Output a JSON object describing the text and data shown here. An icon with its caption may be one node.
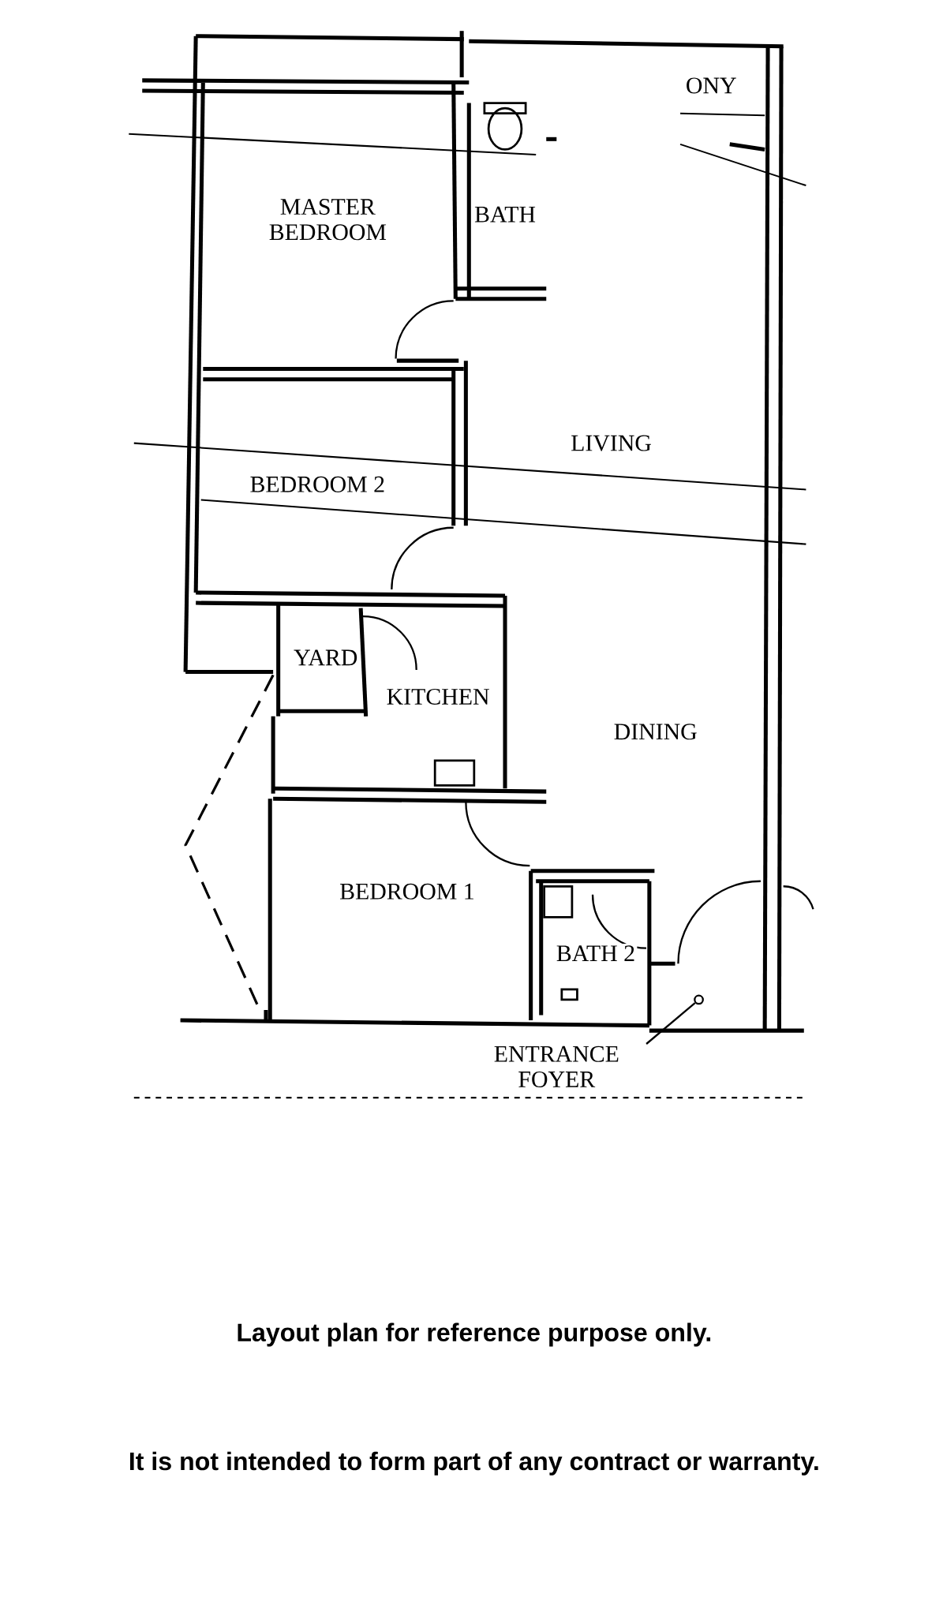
{
  "diagram": {
    "nodes": [
      {
        "text": [
          "ENTRANCE FOYER"
        ]
      },
      {
        "text": [],
        "shape": "circle"
      }
    ],
    "edges": [
      {
        "from": 0,
        "to": 1,
        "arrow": "none"
      }
    ],
    "labels": [
      "ONY",
      "MASTER BEDROOM",
      "BATH",
      "LIVING",
      "BEDROOM 2",
      "YARD",
      "KITCHEN",
      "DINING",
      "BEDROOM 1",
      "BATH 2",
      "Layout plan for reference purpose only.",
      "It is not intended to form part of any contract or warranty."
    ]
  }
}
